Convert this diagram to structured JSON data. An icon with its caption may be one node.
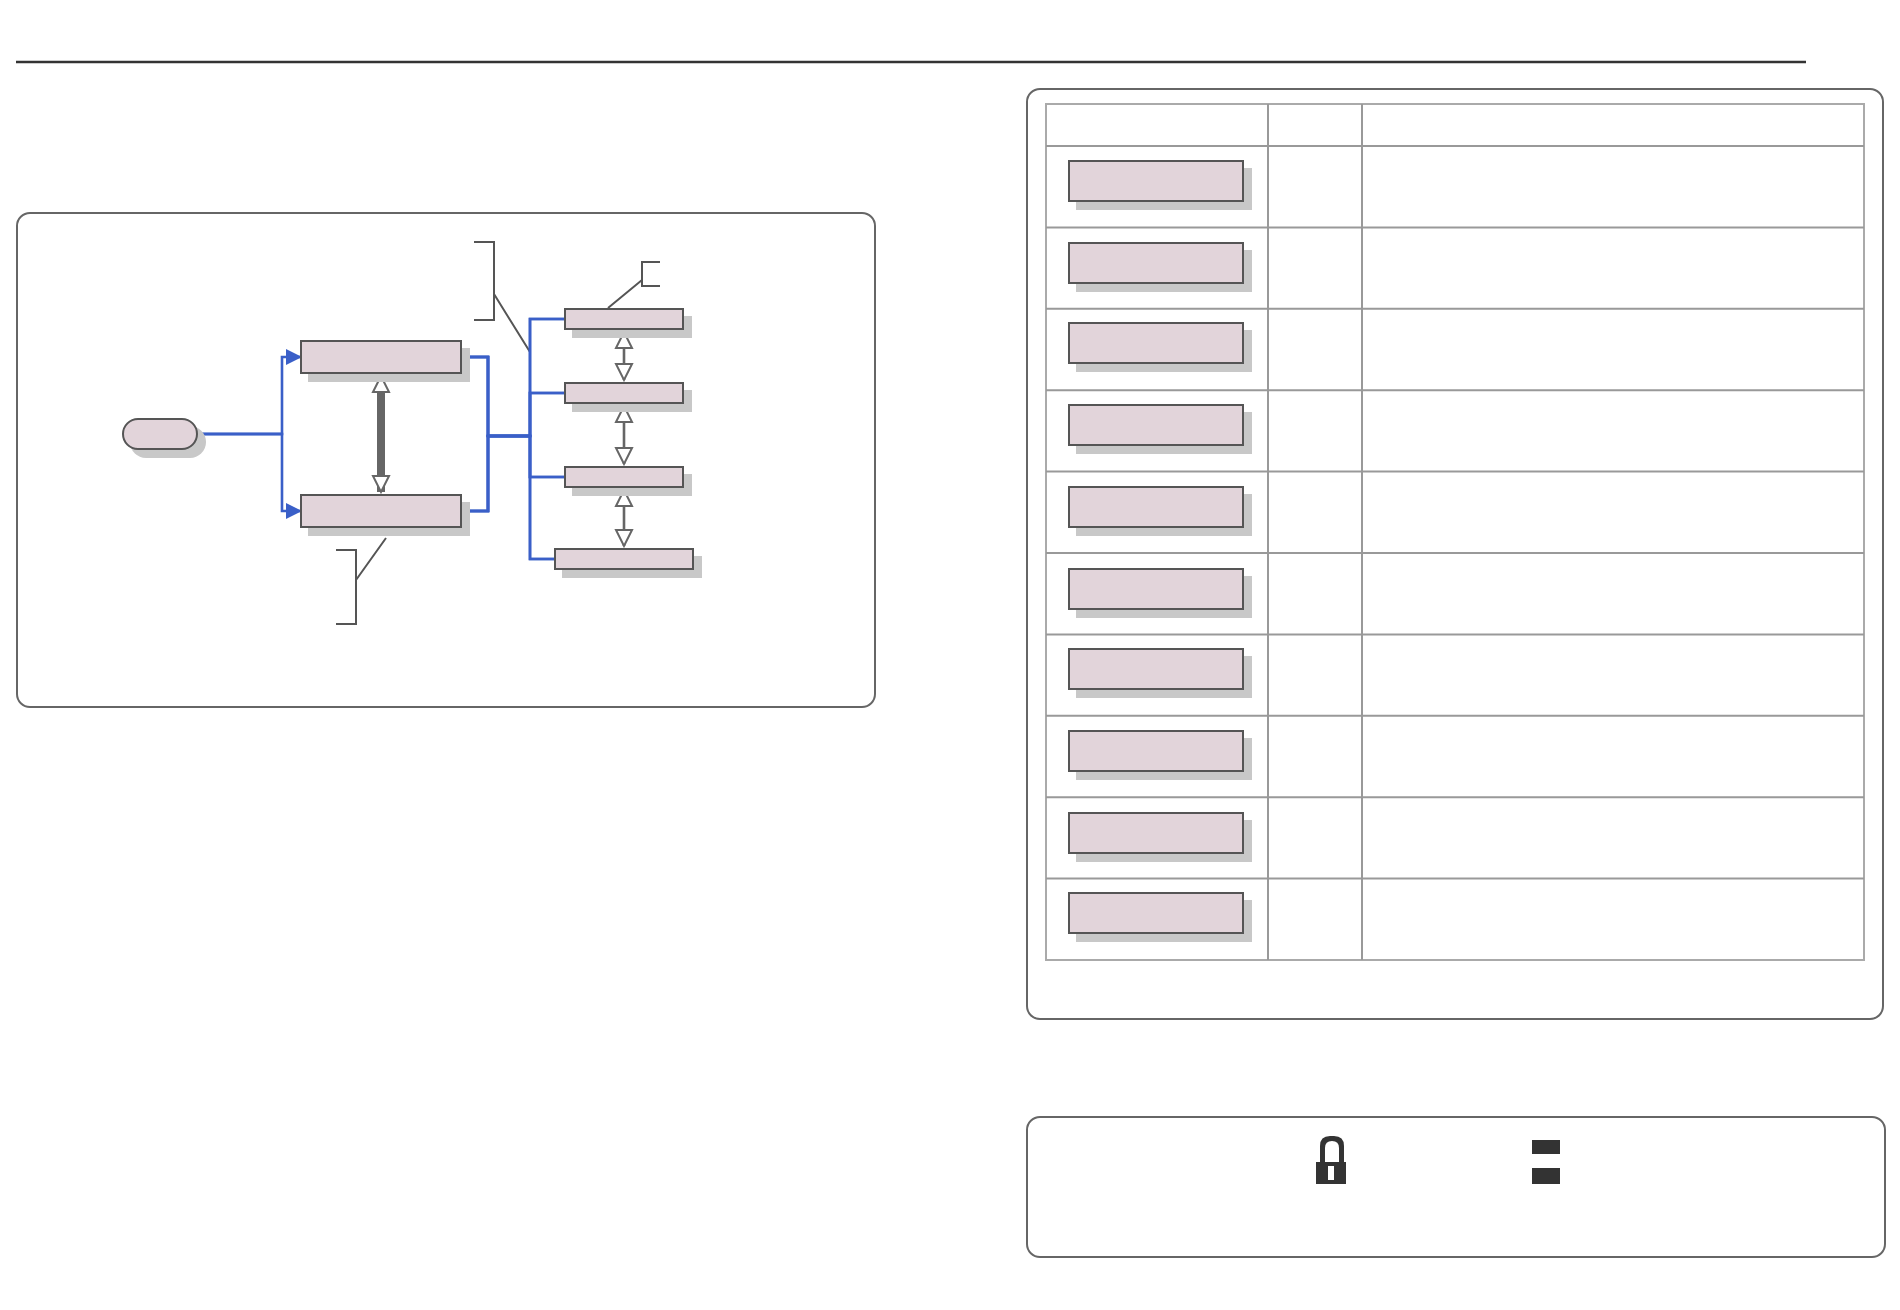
{
  "diagram": {
    "nodes": [
      {
        "text": [],
        "shape": "box"
      },
      {
        "text": [],
        "shape": "box"
      },
      {
        "text": [],
        "shape": "box"
      },
      {
        "text": [],
        "shape": "box"
      },
      {
        "text": [],
        "shape": "box"
      },
      {
        "text": [],
        "shape": "box"
      },
      {
        "text": [],
        "shape": "box"
      },
      {
        "text": [],
        "shape": "box"
      },
      {
        "text": [],
        "shape": "box"
      },
      {
        "text": [],
        "shape": "box"
      },
      {
        "text": [],
        "shape": "box"
      },
      {
        "text": [],
        "shape": "box"
      },
      {
        "text": [],
        "shape": "box"
      },
      {
        "text": [],
        "shape": "box"
      },
      {
        "text": [],
        "shape": "box"
      },
      {
        "text": [],
        "shape": "box"
      },
      {
        "text": [],
        "shape": "box"
      }
    ],
    "edges": [
      {
        "from": 0,
        "to": 1,
        "arrow": "to"
      },
      {
        "from": 0,
        "to": 2,
        "arrow": "to"
      },
      {
        "from": 1,
        "to": 2,
        "arrow": "both",
        "style": "thick",
        "color": "#666666"
      },
      {
        "from": 1,
        "to": 3,
        "arrow": "none"
      },
      {
        "from": 1,
        "to": 4,
        "arrow": "none"
      },
      {
        "from": 1,
        "to": 5,
        "arrow": "none"
      },
      {
        "from": 1,
        "to": 6,
        "arrow": "none"
      },
      {
        "from": 2,
        "to": 3,
        "arrow": "none"
      },
      {
        "from": 2,
        "to": 4,
        "arrow": "none"
      },
      {
        "from": 2,
        "to": 5,
        "arrow": "none"
      },
      {
        "from": 2,
        "to": 6,
        "arrow": "none"
      },
      {
        "from": 3,
        "to": 4,
        "arrow": "both",
        "color": "#666666"
      },
      {
        "from": 4,
        "to": 5,
        "arrow": "both",
        "color": "#666666"
      },
      {
        "from": 5,
        "to": 6,
        "arrow": "both",
        "color": "#666666"
      }
    ]
  }
}
